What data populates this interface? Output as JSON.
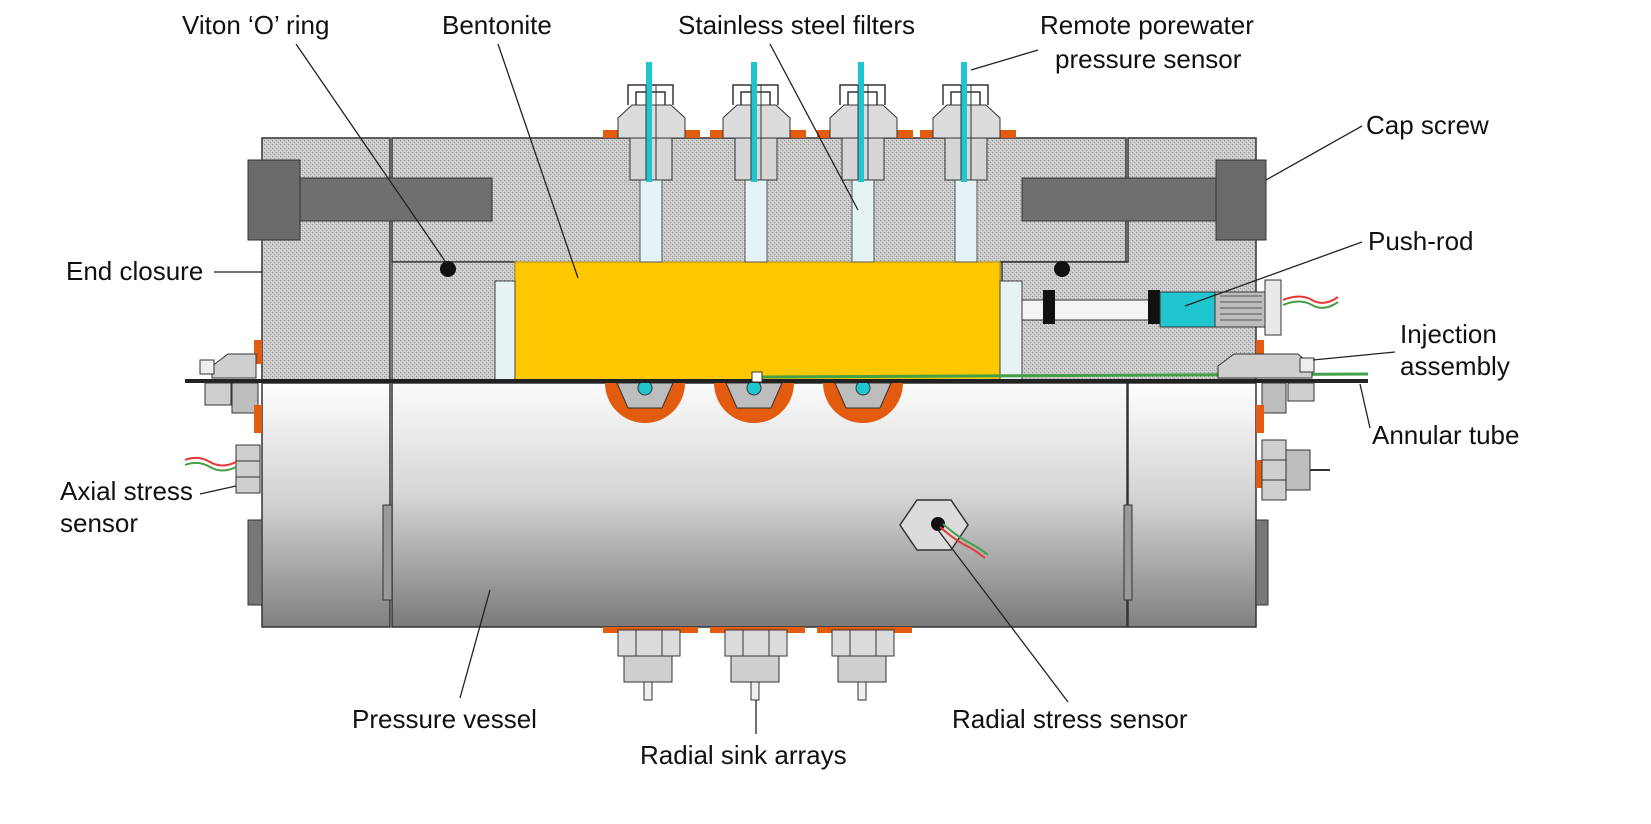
{
  "labels": {
    "viton_o_ring": "Viton ‘O’ ring",
    "bentonite": "Bentonite",
    "stainless_steel_filters": "Stainless steel filters",
    "remote_pw_line1": "Remote porewater",
    "remote_pw_line2": "pressure sensor",
    "cap_screw": "Cap screw",
    "push_rod": "Push-rod",
    "end_closure": "End closure",
    "injection_line1": "Injection",
    "injection_line2": "assembly",
    "annular_tube": "Annular tube",
    "axial_line1": "Axial stress",
    "axial_line2": "sensor",
    "pressure_vessel": "Pressure vessel",
    "radial_stress_sensor": "Radial stress sensor",
    "radial_sink_arrays": "Radial sink arrays"
  },
  "colors": {
    "bentonite": "#FFC800",
    "steel_hatch": "#bdbdbd",
    "dark_steel": "#6f6f6f",
    "seal": "#e35b0e",
    "filter": "#e4f3f6",
    "tube_cyan": "#1fc6cf",
    "wire_red": "#e53935",
    "wire_green": "#43a047",
    "line": "#222222"
  },
  "icons": {
    "pw_sensor": "porewater-sensor-fitting",
    "radial_sink": "radial-sink-nut",
    "radial_stress": "hex-stress-sensor",
    "axial_stress": "axial-stress-sensor",
    "injection": "injection-fitting"
  }
}
